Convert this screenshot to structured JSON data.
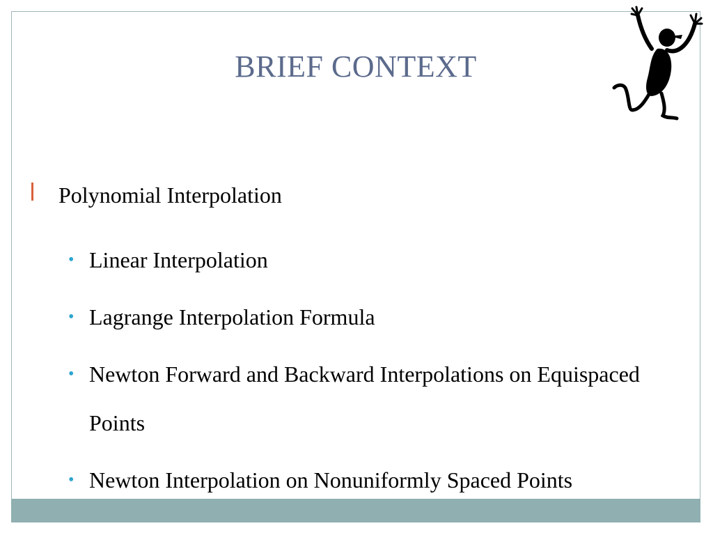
{
  "slide": {
    "title": "BRIEF CONTEXT",
    "level1": {
      "text": "Polynomial Interpolation",
      "marker_color": "#d9603b"
    },
    "items": [
      {
        "text": "Linear Interpolation"
      },
      {
        "text": "Lagrange Interpolation Formula"
      },
      {
        "text": "Newton Forward and Backward Interpolations on Equispaced Points"
      },
      {
        "text": "Newton Interpolation on Nonuniformly Spaced Points"
      }
    ],
    "bullet_glyph": "•",
    "colors": {
      "title": "#5b6a8c",
      "bullet": "#2da4cf",
      "footer_bar": "#8fafb1",
      "frame_border": "#9fb6b8"
    },
    "decoration": {
      "icon": "dancing-stick-figure-icon"
    }
  }
}
